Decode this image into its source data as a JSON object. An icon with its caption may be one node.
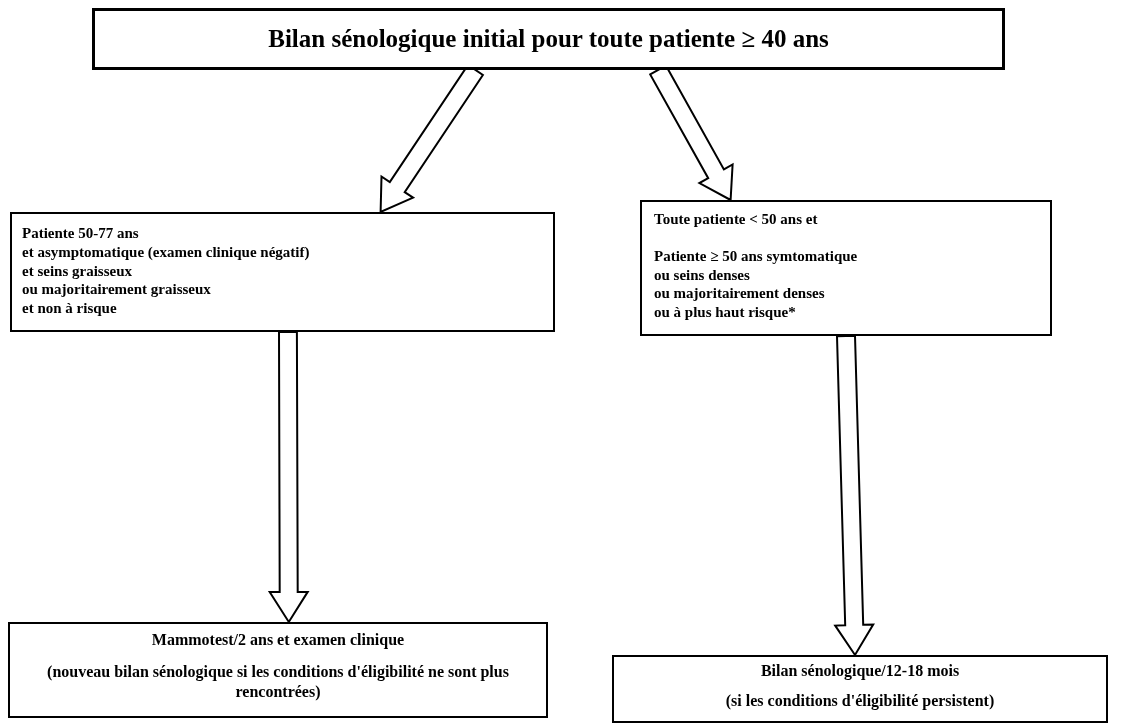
{
  "diagram": {
    "nodes": [
      {
        "text": [
          "Bilan sénologique initial pour toute patiente ≥ 40 ans"
        ]
      },
      {
        "text": [
          "Patiente 50-77 ans",
          "et asymptomatique (examen clinique négatif)",
          "et seins graisseux",
          "ou majoritairement graisseux",
          "et non à risque"
        ]
      },
      {
        "text": [
          "Toute patiente < 50 ans et",
          "Patiente ≥ 50 ans symtomatique",
          "ou seins denses",
          "ou majoritairement denses",
          "ou à plus haut risque*"
        ]
      },
      {
        "text": [
          "Mammotest/2 ans et examen clinique",
          "(nouveau bilan sénologique si les conditions d'éligibilité ne sont plus rencontrées)"
        ]
      },
      {
        "text": [
          "Bilan sénologique/12-18 mois",
          "(si les conditions d'éligibilité persistent)"
        ]
      }
    ],
    "edges": [
      {
        "from": 0,
        "to": 1,
        "arrow": "to"
      },
      {
        "from": 0,
        "to": 2,
        "arrow": "to"
      },
      {
        "from": 1,
        "to": 3,
        "arrow": "to"
      },
      {
        "from": 2,
        "to": 4,
        "arrow": "to"
      }
    ]
  }
}
